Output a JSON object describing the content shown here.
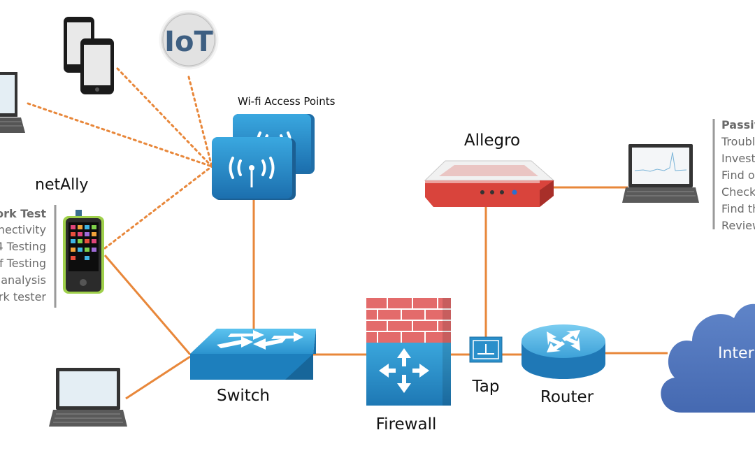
{
  "labels": {
    "wifi": "Wi-fi Access Points",
    "allegro": "Allegro",
    "netally": "netAlly",
    "switch": "Switch",
    "firewall": "Firewall",
    "tap": "Tap",
    "router": "Router",
    "internet": "Inter",
    "iot": "IoT"
  },
  "left_panel": {
    "title": "work Test",
    "items": [
      "nectivity",
      "4 Testing",
      "f Testing",
      "analysis",
      "rk tester"
    ]
  },
  "right_panel": {
    "title": "Passiv",
    "items": [
      "Troubl",
      "Invest",
      "Find o",
      "Check",
      "Find th",
      "Review"
    ]
  },
  "colors": {
    "link": "#e8873a",
    "device_blue": "#2a8fca",
    "cloud": "#4f74bd",
    "firewall_red": "#e36b6b",
    "allegro_red": "#d9443c",
    "panel_text": "#6b6b6b"
  }
}
